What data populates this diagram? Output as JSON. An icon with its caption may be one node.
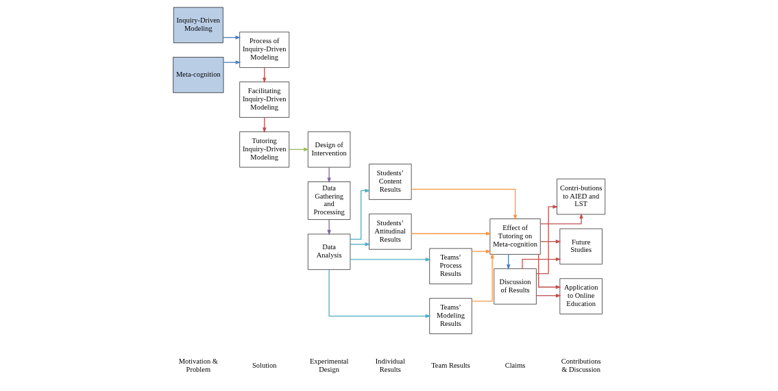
{
  "diagram": {
    "nodes": [
      {
        "text": [
          "Inquiry-Driven Modeling"
        ]
      },
      {
        "text": [
          "Meta-cognition"
        ]
      },
      {
        "text": [
          "Process of Inquiry-Driven Modeling"
        ]
      },
      {
        "text": [
          "Facilitating Inquiry-Driven Modeling"
        ]
      },
      {
        "text": [
          "Tutoring Inquiry-Driven Modeling"
        ]
      },
      {
        "text": [
          "Design of Intervention"
        ]
      },
      {
        "text": [
          "Data Gathering and Processing"
        ]
      },
      {
        "text": [
          "Data Analysis"
        ]
      },
      {
        "text": [
          "Students’ Content Results"
        ]
      },
      {
        "text": [
          "Students’ Attitudinal Results"
        ]
      },
      {
        "text": [
          "Teams’ Process Results"
        ]
      },
      {
        "text": [
          "Teams’ Modeling Results"
        ]
      },
      {
        "text": [
          "Effect of Tutoring on Meta-cognition"
        ]
      },
      {
        "text": [
          "Discussion of Results"
        ]
      },
      {
        "text": [
          "Contri-butions to AIED and LST"
        ]
      },
      {
        "text": [
          "Future Studies"
        ]
      },
      {
        "text": [
          "Application to Online Education"
        ]
      }
    ],
    "edges": [
      {
        "from": 0,
        "to": 2,
        "arrow": "to",
        "color": "#4a7ebb"
      },
      {
        "from": 1,
        "to": 2,
        "arrow": "to",
        "color": "#4a7ebb"
      },
      {
        "from": 2,
        "to": 3,
        "arrow": "to"
      },
      {
        "from": 3,
        "to": 4,
        "arrow": "to"
      },
      {
        "from": 4,
        "to": 5,
        "arrow": "to",
        "color": "#9bbb59"
      },
      {
        "from": 5,
        "to": 6,
        "arrow": "to",
        "color": "#8064a2"
      },
      {
        "from": 6,
        "to": 7,
        "arrow": "to",
        "color": "#8064a2"
      },
      {
        "from": 7,
        "to": 8,
        "arrow": "to",
        "color": "#4bacc6"
      },
      {
        "from": 7,
        "to": 9,
        "arrow": "to",
        "color": "#4bacc6"
      },
      {
        "from": 7,
        "to": 10,
        "arrow": "to",
        "color": "#4bacc6"
      },
      {
        "from": 7,
        "to": 11,
        "arrow": "to",
        "color": "#4bacc6"
      },
      {
        "from": 8,
        "to": 12,
        "arrow": "to",
        "color": "#f79646"
      },
      {
        "from": 9,
        "to": 12,
        "arrow": "to",
        "color": "#f79646"
      },
      {
        "from": 10,
        "to": 12,
        "arrow": "to",
        "color": "#f79646"
      },
      {
        "from": 11,
        "to": 12,
        "arrow": "to",
        "color": "#f79646"
      },
      {
        "from": 12,
        "to": 13,
        "arrow": "to",
        "color": "#4a7ebb"
      },
      {
        "from": 12,
        "to": 14,
        "arrow": "to"
      },
      {
        "from": 12,
        "to": 15,
        "arrow": "to"
      },
      {
        "from": 12,
        "to": 16,
        "arrow": "to"
      },
      {
        "from": 13,
        "to": 14,
        "arrow": "to"
      },
      {
        "from": 13,
        "to": 15,
        "arrow": "to"
      },
      {
        "from": 13,
        "to": 16,
        "arrow": "to"
      }
    ],
    "labels": [
      "Motivation & Problem",
      "Solution",
      "Experimental Design",
      "Individual Results",
      "Team Results",
      "Claims",
      "Contributions & Discussion"
    ]
  }
}
